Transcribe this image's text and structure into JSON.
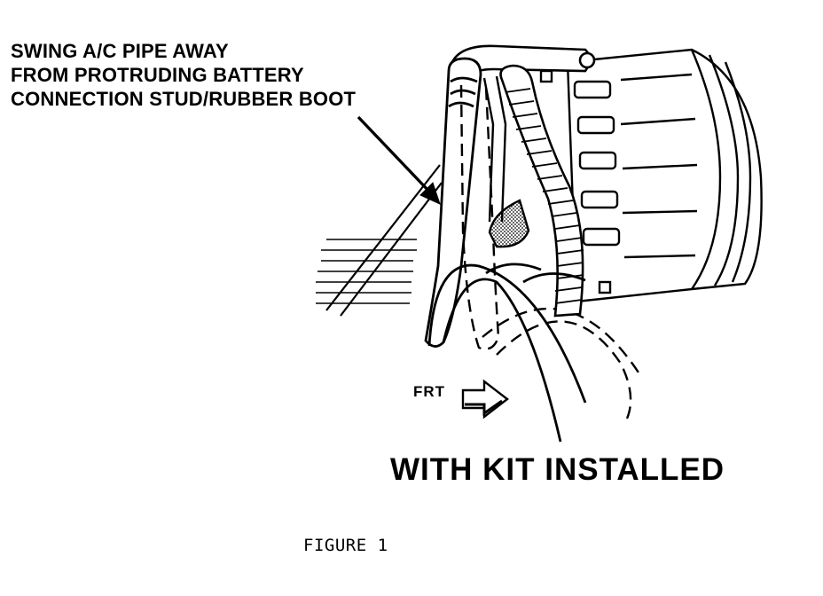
{
  "callout": {
    "lines": [
      "SWING A/C PIPE AWAY",
      "FROM PROTRUDING BATTERY",
      "CONNECTION STUD/RUBBER BOOT"
    ]
  },
  "direction_label": "FRT",
  "heading": "WITH KIT INSTALLED",
  "figure_label": "FIGURE 1",
  "icons": {
    "direction_arrow": "right-arrow-icon"
  },
  "colors": {
    "ink": "#000000",
    "paper": "#ffffff"
  }
}
